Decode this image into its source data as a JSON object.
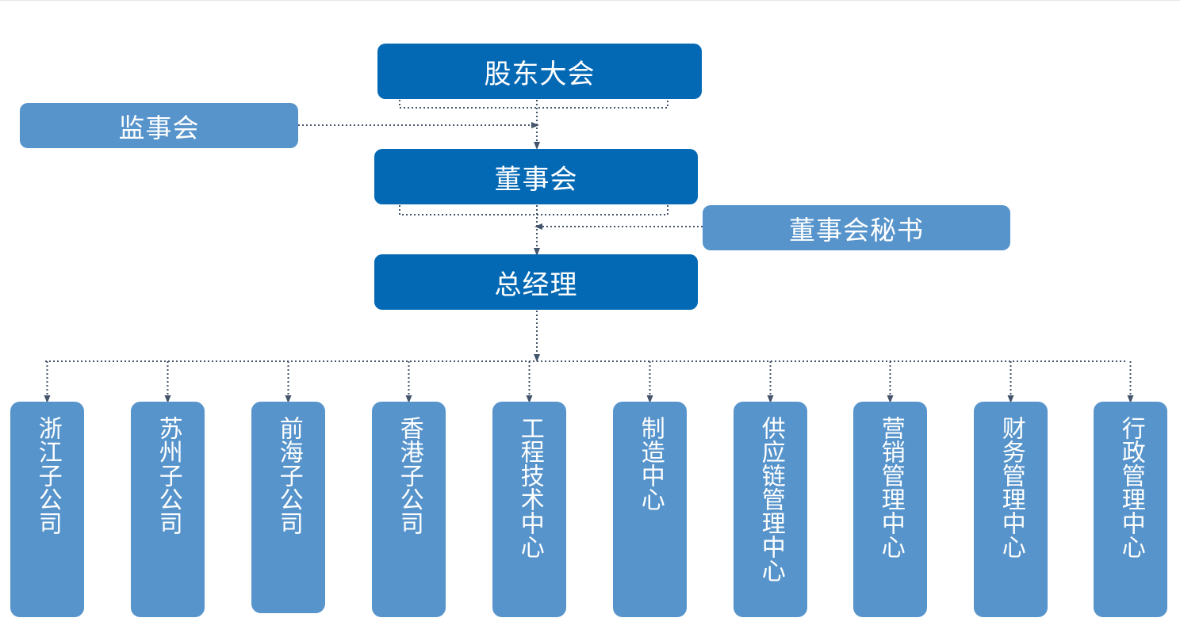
{
  "colors": {
    "primary": "#0469b4",
    "secondary": "#5794cb",
    "connector": "#44546a"
  },
  "nodes": {
    "shareholders": "股东大会",
    "supervisory_board": "监事会",
    "board": "董事会",
    "board_secretary": "董事会秘书",
    "general_manager": "总经理"
  },
  "units": [
    "浙江子公司",
    "苏州子公司",
    "前海子公司",
    "香港子公司",
    "工程技术中心",
    "制造中心",
    "供应链管理中心",
    "营销管理中心",
    "财务管理中心",
    "行政管理中心"
  ]
}
